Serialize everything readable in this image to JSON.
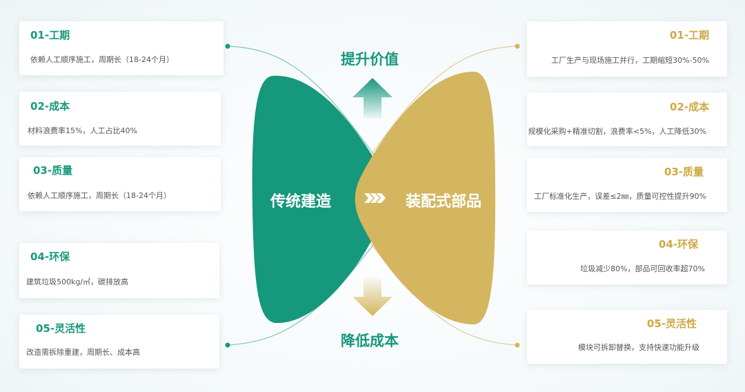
{
  "center": {
    "left_label": "传统建造",
    "right_label": "装配式部品",
    "top_label": "提升价值",
    "bottom_label": "降低成本"
  },
  "left_cards": [
    {
      "title": "01-工期",
      "desc": "依赖人工顺序施工，周期长（18-24个月）"
    },
    {
      "title": "02-成本",
      "desc": "材料浪费率15%，人工占比40%"
    },
    {
      "title": "03-质量",
      "desc": "依赖人工顺序施工，周期长（18-24个月）"
    },
    {
      "title": "04-环保",
      "desc": "建筑垃圾500kg/㎡，碳排放高"
    },
    {
      "title": "05-灵活性",
      "desc": "改造需拆除重建，周期长、成本高"
    }
  ],
  "right_cards": [
    {
      "title": "01-工期",
      "desc": "工厂生产与现场施工并行，工期缩短30%-50%"
    },
    {
      "title": "02-成本",
      "desc": "规模化采购+精准切割，浪费率<5%，人工降低30%"
    },
    {
      "title": "03-质量",
      "desc": "工厂标准化生产，误差≤2㎜，质量可控性提升90%"
    },
    {
      "title": "04-环保",
      "desc": "垃圾减少80%，部品可回收率超70%"
    },
    {
      "title": "05-灵活性",
      "desc": "模块可拆卸替换，支持快速功能升级"
    }
  ],
  "colors": {
    "green": "#17987c",
    "gold": "#d3b65f"
  }
}
